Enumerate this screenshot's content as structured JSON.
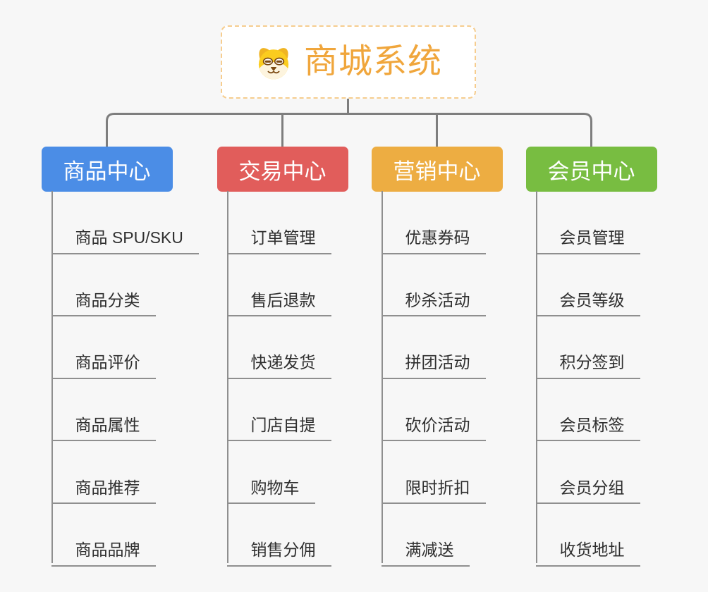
{
  "root": {
    "title": "商城系统",
    "icon": "dog-face-icon",
    "title_color": "#F0A63C",
    "border_color": "#F6CD8F"
  },
  "colors": {
    "background": "#F7F7F7",
    "connector": "#7E7E7E",
    "leaf_line": "#8F8F8F",
    "leaf_text": "#2F2F2F"
  },
  "branches": [
    {
      "label": "商品中心",
      "color": "#4B8DE6",
      "children": [
        "商品 SPU/SKU",
        "商品分类",
        "商品评价",
        "商品属性",
        "商品推荐",
        "商品品牌"
      ]
    },
    {
      "label": "交易中心",
      "color": "#E15D5B",
      "children": [
        "订单管理",
        "售后退款",
        "快递发货",
        "门店自提",
        "购物车",
        "销售分佣"
      ]
    },
    {
      "label": "营销中心",
      "color": "#EDAD42",
      "children": [
        "优惠券码",
        "秒杀活动",
        "拼团活动",
        "砍价活动",
        "限时折扣",
        "满减送"
      ]
    },
    {
      "label": "会员中心",
      "color": "#78BD41",
      "children": [
        "会员管理",
        "会员等级",
        "积分签到",
        "会员标签",
        "会员分组",
        "收货地址"
      ]
    }
  ]
}
